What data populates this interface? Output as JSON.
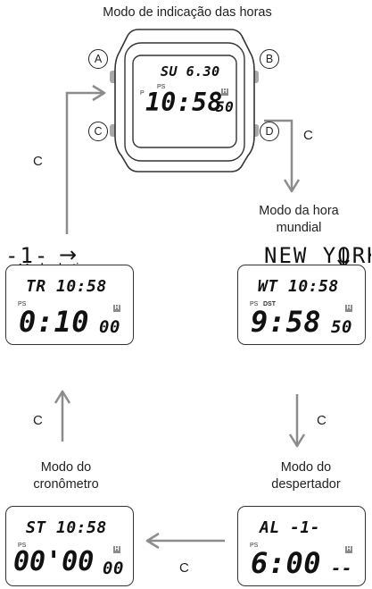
{
  "labels": {
    "timekeeping": "Modo de indicação das horas",
    "world_time_line1": "Modo da hora",
    "world_time_line2": "mundial",
    "timer": "Modo do timer",
    "stopwatch_line1": "Modo do",
    "stopwatch_line2": "cronômetro",
    "alarm_line1": "Modo do",
    "alarm_line2": "despertador"
  },
  "button_c": "C",
  "buttons": {
    "a": "A",
    "b": "B",
    "c": "C",
    "d": "D"
  },
  "city_sequence": {
    "left": "-1-",
    "arrow": "→",
    "right": "NEW YORK"
  },
  "displays": {
    "timekeeping": {
      "top": "SU  6.30",
      "p": "P",
      "ps": "PS",
      "main": "10:58",
      "sec": "50",
      "h": "H"
    },
    "world_time": {
      "top": "WT 10:58",
      "ps": "PS",
      "dst": "DST",
      "main": "9:58",
      "sec": "50",
      "h": "H"
    },
    "timer": {
      "top": "TR 10:58",
      "ps": "PS",
      "main": "0:10",
      "sec": "00",
      "h": "H"
    },
    "stopwatch": {
      "top": "ST 10:58",
      "ps": "PS",
      "main": "00'00",
      "sec": "00",
      "h": "H"
    },
    "alarm": {
      "top": "AL -1-",
      "ps": "PS",
      "main": "6:00",
      "sec": "--",
      "h": "H"
    }
  },
  "colors": {
    "arrow": "#8c8c8c",
    "watch_button": "#a9a9a9",
    "outline": "#333333"
  }
}
